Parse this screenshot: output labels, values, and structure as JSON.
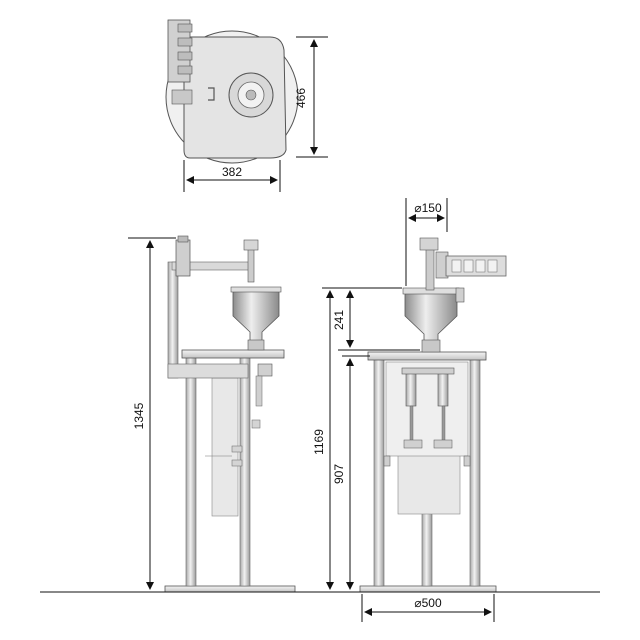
{
  "dimensions": {
    "top_view_depth": "466",
    "top_view_width": "382",
    "side_total_height": "1345",
    "hopper_diameter": "⌀150",
    "hopper_height": "241",
    "table_height": "1169",
    "frame_height": "907",
    "base_diameter": "⌀500"
  },
  "colors": {
    "metal_light": "#e6e6e6",
    "metal_mid": "#c8c8c8",
    "metal_dark": "#9a9a9a",
    "outline": "#555555",
    "dimension": "#111111"
  }
}
